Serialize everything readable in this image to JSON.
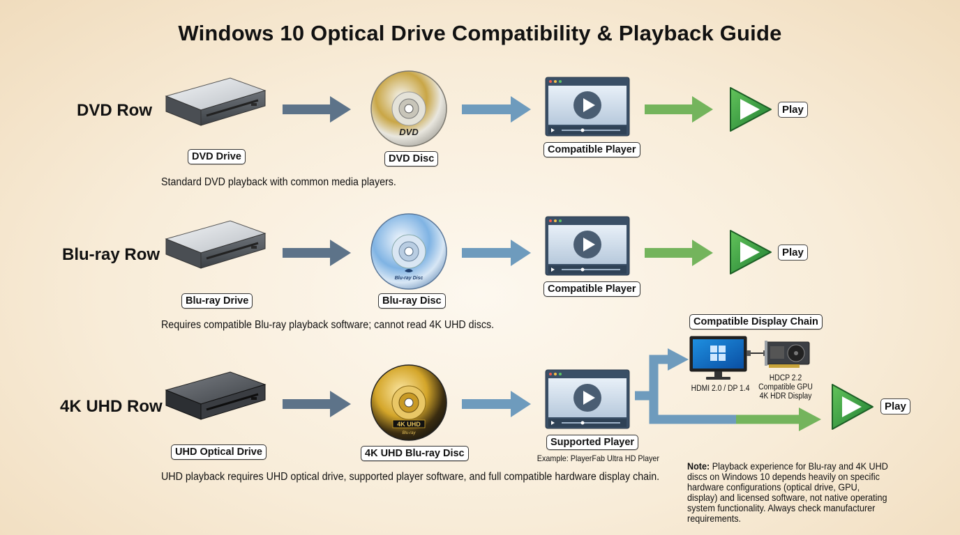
{
  "title": "Windows 10 Optical Drive Compatibility & Playback Guide",
  "rows": [
    {
      "row_label": "DVD Row",
      "drive_label": "DVD Drive",
      "disc_label": "DVD Disc",
      "disc_logo": "DVD",
      "player_label": "Compatible Player",
      "play_label": "Play",
      "description": "Standard DVD playback with common media players."
    },
    {
      "row_label": "Blu-ray Row",
      "drive_label": "Blu-ray Drive",
      "disc_label": "Blu-ray Disc",
      "disc_logo": "Blu-ray Disc",
      "player_label": "Compatible Player",
      "play_label": "Play",
      "description": "Requires compatible Blu-ray playback software; cannot read 4K UHD discs."
    },
    {
      "row_label": "4K UHD Row",
      "drive_label": "UHD Optical Drive",
      "disc_label": "4K UHD Blu-ray Disc",
      "disc_logo": "4K UHD",
      "disc_logo_sub": "Blu-ray",
      "player_label": "Supported Player",
      "player_example": "Example: PlayerFab Ultra HD Player",
      "play_label": "Play",
      "description": "UHD playback requires UHD optical drive, supported player software, and full compatible hardware display chain.",
      "display_chain": {
        "label": "Compatible Display Chain",
        "monitor_caption": "HDMI 2.0 / DP 1.4",
        "gpu_caption": [
          "HDCP 2.2",
          "Compatible GPU",
          "4K HDR Display"
        ]
      }
    }
  ],
  "note": {
    "lead": "Note:",
    "text": "Playback experience for Blu-ray and 4K UHD discs on Windows 10 depends heavily on specific hardware configurations (optical drive, GPU, display) and licensed software, not native operating system functionality. Always check manufacturer requirements."
  },
  "colors": {
    "arrow_gray": "#5d7389",
    "arrow_blue": "#6e9bbd",
    "arrow_green": "#74b45c",
    "play_green": "#2f9a3c",
    "dvd_disc": "#c9a646",
    "bluray_disc": "#7fb3e3",
    "uhd_disc": "#d4a62a"
  },
  "icons": [
    "optical-drive-icon",
    "disc-icon",
    "media-player-window-icon",
    "play-icon",
    "monitor-icon",
    "gpu-icon"
  ]
}
